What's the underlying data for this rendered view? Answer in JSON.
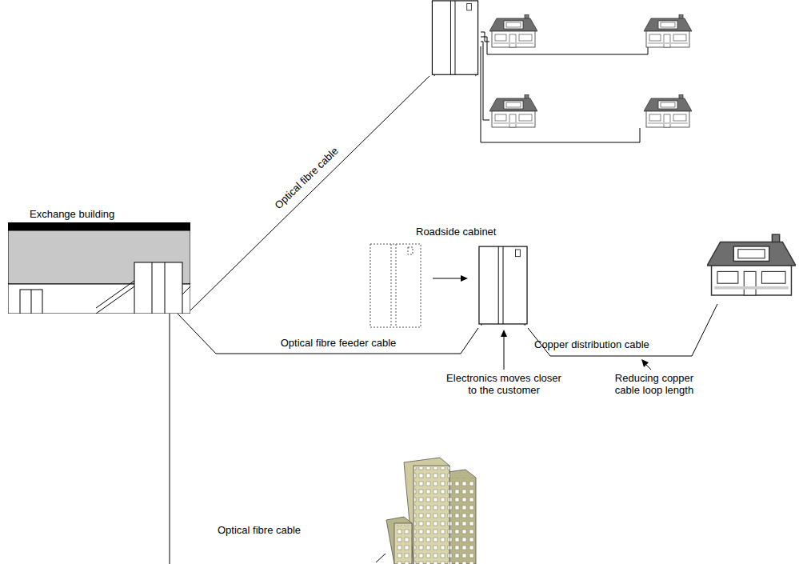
{
  "diagram": {
    "nodes": [
      {
        "text": [
          "Exchange building"
        ]
      },
      {
        "text": [
          "Roadside cabinet"
        ]
      }
    ],
    "edges": [
      {
        "from": 0,
        "to": 1,
        "arrow": "none",
        "label": "Optical fibre feeder cable"
      }
    ],
    "labels": [
      "Optical fibre cable",
      "Copper distribution cable",
      "Electronics moves closer to the customer",
      "Reducing copper cable loop length",
      "Optical fibre cable"
    ]
  }
}
